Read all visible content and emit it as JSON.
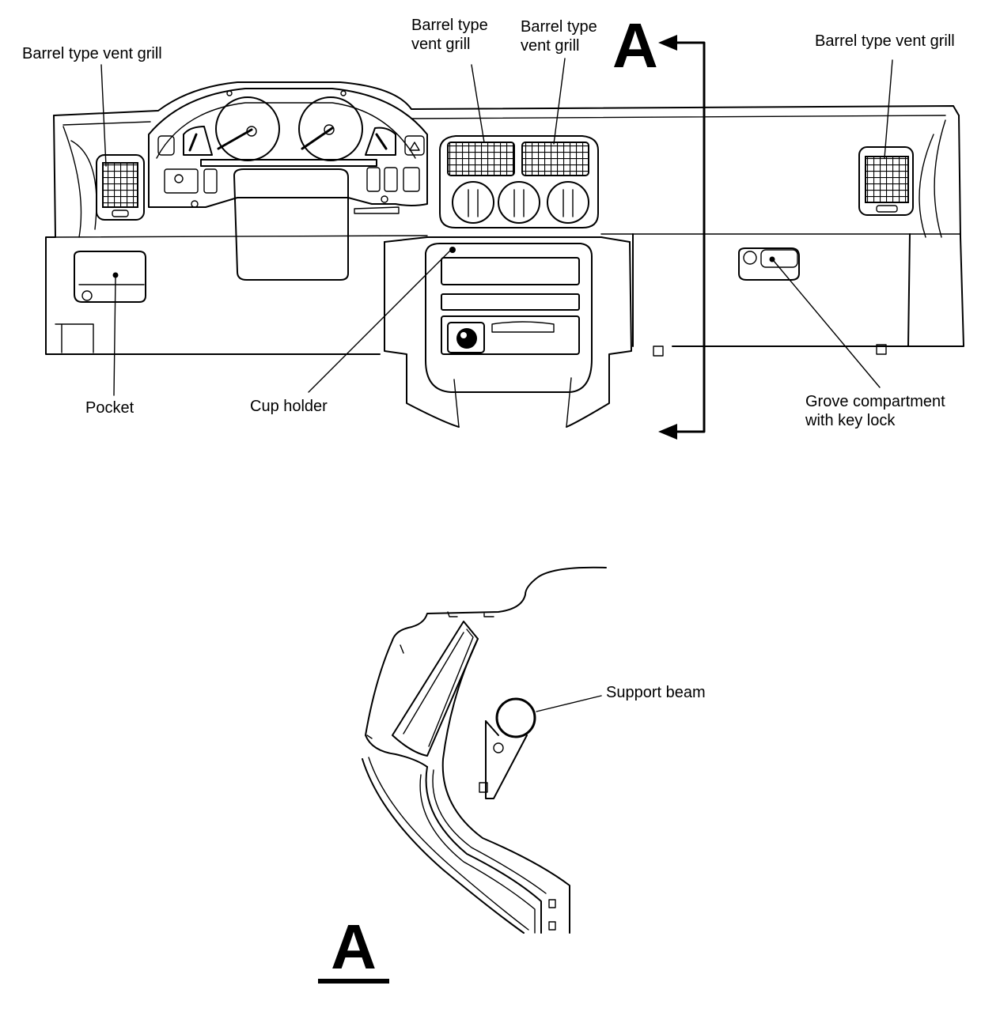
{
  "labels": {
    "vent_left": "Barrel type vent grill",
    "vent_center_1": [
      "Barrel type",
      "vent grill"
    ],
    "vent_center_2": [
      "Barrel type",
      "vent grill"
    ],
    "vent_right": "Barrel type vent grill",
    "pocket": "Pocket",
    "cup_holder": "Cup holder",
    "glove_compartment": [
      "Grove compartment",
      "with key lock"
    ],
    "support_beam": "Support beam"
  },
  "section_marker": "A"
}
